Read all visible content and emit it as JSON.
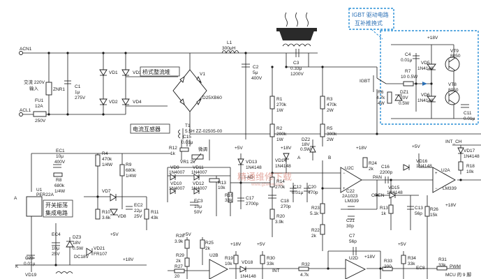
{
  "colors": {
    "ink": "#1a1a1a",
    "highlight_border": "#2a8fd6",
    "highlight_text": "#2a6fb5",
    "watermark": "#d06a5a"
  },
  "labels": {
    "acn1": "ACN1",
    "acl1": "ACL1",
    "ac_input": "交流 220V",
    "ac_input2": "输入",
    "znr1": "ZNR1",
    "fu1": "FU1",
    "fu1_a": "12A",
    "fu1_v": "250V",
    "c1": "C1",
    "c1_v": "1μ",
    "c1_vv": "275V",
    "vd1": "VD1",
    "vd2": "VD2",
    "vd3": "VD3",
    "vd4": "VD4",
    "bridge_callout": "桥式整流堆",
    "v1": "V1",
    "bridge_part": "D25XB60",
    "l1": "L1",
    "l1_v": "300μH",
    "c2": "C2",
    "c2_v": "5μ",
    "c2_vv": "400V",
    "c3": "C3",
    "c3_v": "0.33μ",
    "c3_vv": "1200V",
    "igbt_title1": "IGBT 驱动电路",
    "igbt_title2": "互补推挽式",
    "plus18v": "+18V",
    "plus5v": "+5V",
    "c4": "C4",
    "c4_v": "0.01μ",
    "vt9": "VT9",
    "vt9_v": "8050",
    "vt8": "VT8",
    "vt8_v": "8050",
    "vd5": "VD5",
    "vd5_v": "1N4148",
    "vd6": "VD6",
    "vd6_v": "1N4148",
    "r7": "R7",
    "r7_v": "10 0.5W",
    "igbt": "IGBT",
    "r6": "R6",
    "r6_v": "4.7k",
    "r6_w": "4W",
    "dz1": "DZ1",
    "dz1_v": "20V",
    "dz1_w": "0.5W",
    "c11": "C11",
    "c11_v": "0.01μ",
    "r1": "R1",
    "r1_v": "270k",
    "r1_w": "1W",
    "r2": "R2",
    "r2_v": "200k",
    "r2_w": "1W",
    "r3": "R3",
    "r3_v": "470k",
    "r3_w": "2W",
    "r5": "R5",
    "r5_v": "300k",
    "r5_w": "2W",
    "ct_callout": "电流互感器",
    "t1": "T1",
    "t1_v": "5.5H ZZ-02505-00",
    "c15": "C15",
    "c15_v": "0.01μ",
    "r12": "R12",
    "r12_v": "1k",
    "vr1": "VR1 2k",
    "adjust": "微调",
    "ec1": "EC1",
    "ec1_v": "10μ",
    "ec1_vv": "400V",
    "r8": "R8",
    "r8_v": "680k",
    "r8_w": "1/4W",
    "r4": "R4",
    "r4_v": "470k",
    "r4_w": "1/4W",
    "r9": "R9",
    "r9_v": "680k",
    "r9_w": "1/4W",
    "u1": "U1",
    "u1_v": "PER22A",
    "osc_callout1": "开关振荡",
    "osc_callout2": "集成电路",
    "vd7": "VD7",
    "vd8": "VD8",
    "r10": "R10",
    "r10_v": "3.6k",
    "ec2": "EC2",
    "ec2_v": "22μ",
    "ec2_vv": "25V",
    "r11": "R11",
    "r11_v": "43k",
    "ec4": "EC4",
    "ec4_v": "10μ",
    "ec4_vv": "25V",
    "dz3": "DZ3",
    "dz3_v": "18V",
    "dz3_w": "0.5W",
    "vd21": "VD21",
    "vd21_v": "FR107",
    "c23": "C23",
    "c23_v": "0.01μ",
    "dc18v": "DC18V",
    "vd19": "VD19",
    "k": "K",
    "vd9": "VD9",
    "vd10": "VD10",
    "vd11": "VD11",
    "vd12": "VD12",
    "in4007": "1N4007",
    "ec3": "EC3",
    "ec3_v": "10μ",
    "ec3_vv": "50V",
    "r13": "R13",
    "r13_v": "10k",
    "r16": "R16",
    "r16_v": "33k",
    "c17": "C17",
    "c17_v": "2700p",
    "vd13": "VD13",
    "vd13_v": "1N4148",
    "iad": "I-AD",
    "vd14": "VD14",
    "vd14_v": "1N4148",
    "dz2": "DZ2",
    "dz2_v": "18V",
    "dz2_w": "0.5W",
    "a": "A",
    "b": "B",
    "c12": "C12",
    "c12_v": "0.01μ",
    "c20": "C20",
    "c20_v": "470p",
    "r14": "R14",
    "r14_v": "270k",
    "c18": "C18",
    "c18_v": "270p",
    "r20": "R20",
    "r20_v": "3.9k",
    "r23": "R23",
    "r23_v": "5.1k",
    "r22": "R22",
    "r22_v": "2k",
    "u2c": "U2C",
    "lm339": "LM339",
    "c22": "C22",
    "c22_v": "2A1023",
    "c21": "C21",
    "c21_v": "30p",
    "r24": "R24",
    "r24_v": "2k",
    "c16": "C16",
    "c16_v": "2200p",
    "pan": "PAN",
    "vd16": "VD16",
    "vd16_v": "1N4148",
    "vd15": "VD15",
    "vd15_v": "1N4148",
    "open": "OPEN",
    "r13b": "R13",
    "r13b_v": "1k",
    "c13": "C13",
    "c13_v": "56p",
    "r26": "R26",
    "r26_v": "15k",
    "int_ch": "INT_CH",
    "vd17": "VD17",
    "vd17_v": "1N4148",
    "r18": "R18",
    "r18_v": "10k",
    "u2a": "U2A",
    "minus18v": "+18V",
    "r28": "R28",
    "r28_v": "3.9k",
    "r25": "R25",
    "r25_v": "2k",
    "r27": "R27",
    "r27_v": "20",
    "r29": "R29",
    "r29_v": "2k",
    "u2b": "U2B",
    "r19": "R19",
    "r19_v": "10k",
    "vd18": "VD18",
    "vd18_v": "1N4148",
    "r30": "R30",
    "r30_v": "33k",
    "int": "INT",
    "r32": "R32",
    "r32_v": "4.7k",
    "u2d": "U2D",
    "c7": "C7",
    "c7_v": "56p",
    "r33": "R33",
    "r33_v": "200",
    "r34": "R34",
    "r34_v": "33k",
    "ec8": "EC8",
    "r31": "R31",
    "r31_v": "33k",
    "pwm": "PWM",
    "mcu": "MCU 的 9 脚",
    "watermark": "精通维修下载",
    "watermark_url": "www.gzweix.com"
  }
}
